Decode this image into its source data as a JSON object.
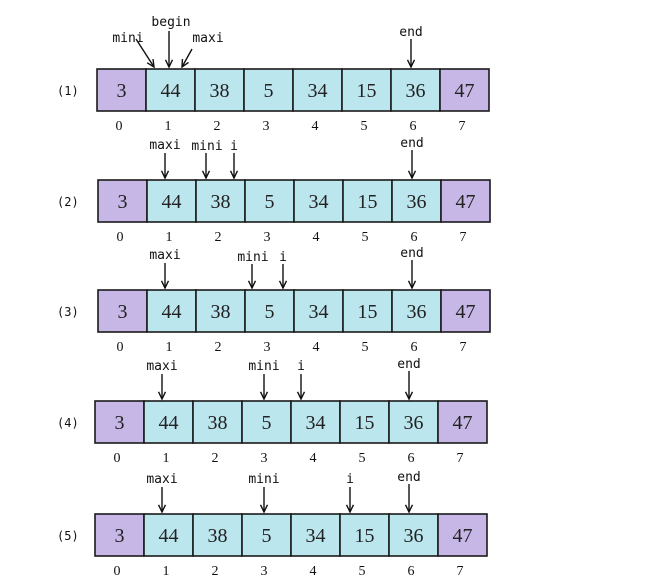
{
  "colors": {
    "end_cell": "#c7b7e6",
    "mid_cell": "#bce6ee",
    "border": "#1a1a1a"
  },
  "array_values": [
    "3",
    "44",
    "38",
    "5",
    "34",
    "15",
    "36",
    "47"
  ],
  "indices": [
    "0",
    "1",
    "2",
    "3",
    "4",
    "5",
    "6",
    "7"
  ],
  "rows": [
    {
      "label": "(1)",
      "pointers": [
        {
          "name": "mini",
          "target": 1
        },
        {
          "name": "begin",
          "target": 1
        },
        {
          "name": "maxi",
          "target": 1
        },
        {
          "name": "end",
          "target": 6
        }
      ]
    },
    {
      "label": "(2)",
      "pointers": [
        {
          "name": "maxi",
          "target": 1
        },
        {
          "name": "mini",
          "target": 2
        },
        {
          "name": "i",
          "target": 2
        },
        {
          "name": "end",
          "target": 6
        }
      ]
    },
    {
      "label": "(3)",
      "pointers": [
        {
          "name": "maxi",
          "target": 1
        },
        {
          "name": "mini",
          "target": 3
        },
        {
          "name": "i",
          "target": 3
        },
        {
          "name": "end",
          "target": 6
        }
      ]
    },
    {
      "label": "(4)",
      "pointers": [
        {
          "name": "maxi",
          "target": 1
        },
        {
          "name": "mini",
          "target": 3
        },
        {
          "name": "i",
          "target": 4
        },
        {
          "name": "end",
          "target": 6
        }
      ]
    },
    {
      "label": "(5)",
      "pointers": [
        {
          "name": "maxi",
          "target": 1
        },
        {
          "name": "mini",
          "target": 3
        },
        {
          "name": "i",
          "target": 5
        },
        {
          "name": "end",
          "target": 6
        }
      ]
    }
  ]
}
